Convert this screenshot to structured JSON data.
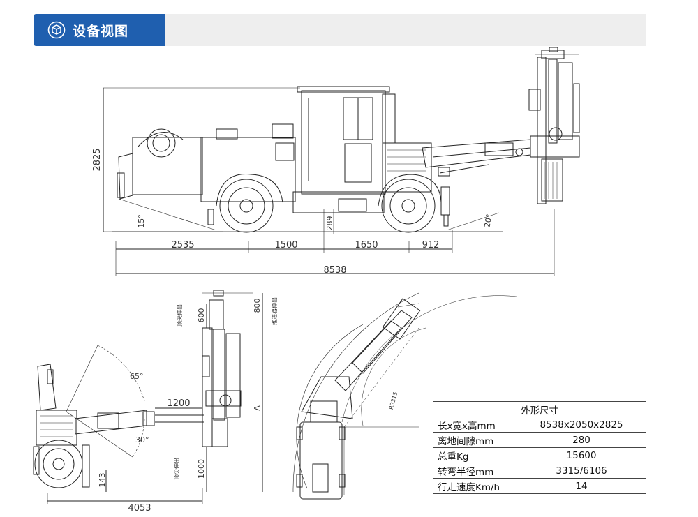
{
  "header": {
    "title": "设备视图",
    "icon": "cube-icon",
    "accent": "#1f5faf"
  },
  "side_view": {
    "overall_height": "2825",
    "segments": [
      "2535",
      "1500",
      "1650",
      "912"
    ],
    "overall_length": "8538",
    "ground_clearance": "289",
    "front_angle": "15°",
    "rear_angle": "20°"
  },
  "front_view": {
    "angle_top": "65°",
    "angle_bottom": "30°",
    "reach": "1200",
    "top_ext": "600",
    "top_total": "800",
    "bottom_ext": "1000",
    "wheel_height": "143",
    "total_length": "4053",
    "label_a": "A",
    "note_top": "顶尖伸出",
    "note_top_right": "推进器伸出",
    "note_bottom": "顶尖伸出"
  },
  "turn_view": {
    "radius_label": "R3315"
  },
  "specs": {
    "title": "外形尺寸",
    "rows": [
      {
        "k": "长x宽x高mm",
        "v": "8538x2050x2825"
      },
      {
        "k": "离地间隙mm",
        "v": "280"
      },
      {
        "k": "总重Kg",
        "v": "15600"
      },
      {
        "k": "转弯半径mm",
        "v": "3315/6106"
      },
      {
        "k": "行走速度Km/h",
        "v": "14"
      }
    ]
  }
}
